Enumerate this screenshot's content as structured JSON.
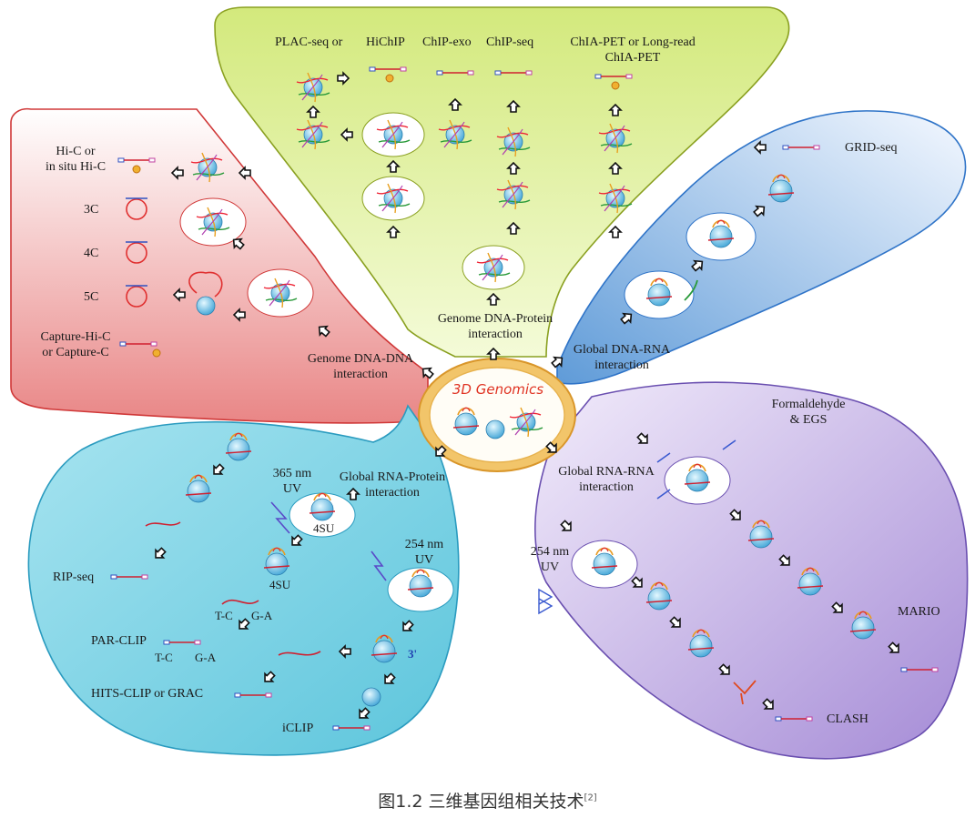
{
  "caption": {
    "text": "图1.2 三维基因组相关技术",
    "ref": "[2]"
  },
  "center": {
    "title": "3D Genomics"
  },
  "colors": {
    "dna_dna": "#ee8a8a",
    "dna_protein": "#d9ec8a",
    "dna_rna": "#7fb0e0",
    "rna_protein": "#7fd3e4",
    "rna_rna": "#bda4e0",
    "hub_ring": "#e9b03a"
  },
  "dna_dna": {
    "heading_line1": "Genome DNA-DNA",
    "heading_line2": "interaction",
    "methods": {
      "hic_line1": "Hi-C or",
      "hic_line2": "in situ Hi-C",
      "c3": "3C",
      "c4": "4C",
      "c5": "5C",
      "capture_line1": "Capture-Hi-C",
      "capture_line2": "or Capture-C"
    }
  },
  "dna_protein": {
    "heading_line1": "Genome DNA-Protein",
    "heading_line2": "interaction",
    "methods": {
      "plac": "PLAC-seq or",
      "hichip": "HiChIP",
      "chip_exo": "ChIP-exo",
      "chip_seq": "ChIP-seq",
      "chia_line1": "ChIA-PET or Long-read",
      "chia_line2": "ChIA-PET"
    }
  },
  "dna_rna": {
    "heading_line1": "Global DNA-RNA",
    "heading_line2": "interaction",
    "methods": {
      "grid": "GRID-seq"
    }
  },
  "rna_protein": {
    "heading_line1": "Global RNA-Protein",
    "heading_line2": "interaction",
    "uv365_line1": "365 nm",
    "uv365_line2": "UV",
    "uv254_line1": "254 nm",
    "uv254_line2": "UV",
    "su_label": "4SU",
    "su_label2": "4SU",
    "tc": "T-C",
    "ga": "G-A",
    "tc2": "T-C",
    "ga2": "G-A",
    "three_prime": "3'",
    "methods": {
      "rip": "RIP-seq",
      "parclip": "PAR-CLIP",
      "hits": "HITS-CLIP or GRAC",
      "iclip": "iCLIP"
    }
  },
  "rna_rna": {
    "heading_line1": "Global RNA-RNA",
    "heading_line2": "interaction",
    "fixative_line1": "Formaldehyde",
    "fixative_line2": "& EGS",
    "uv_line1": "254 nm",
    "uv_line2": "UV",
    "methods": {
      "mario": "MARIO",
      "clash": "CLASH"
    }
  }
}
